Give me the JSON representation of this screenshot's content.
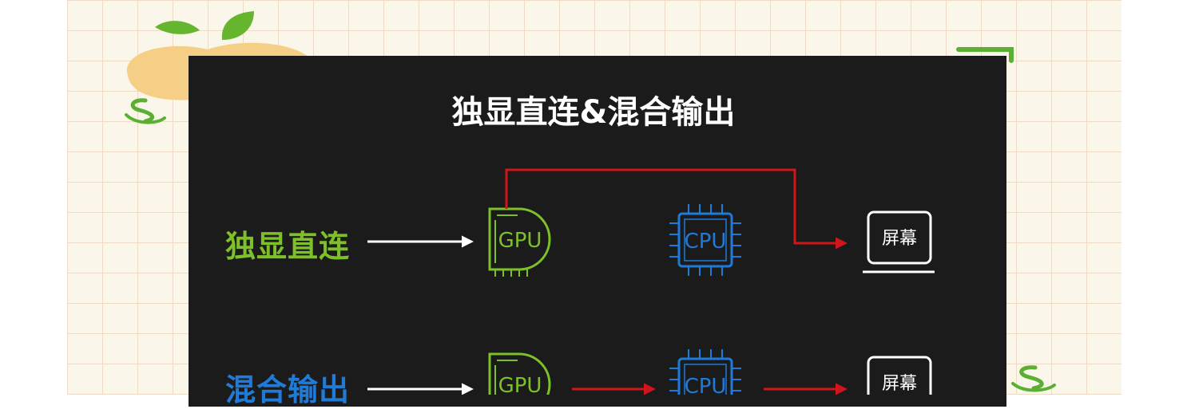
{
  "title": "独显直连&混合输出",
  "rows": [
    {
      "label": "独显直连",
      "gpu_label": "GPU",
      "cpu_label": "CPU",
      "screen_label": "屏幕"
    },
    {
      "label": "混合输出",
      "gpu_label": "GPU",
      "cpu_label": "CPU",
      "screen_label": "屏幕"
    }
  ],
  "colors": {
    "direct_label": "#7ec02a",
    "mixed_label": "#1f7ad8",
    "gpu": "#7ec02a",
    "cpu": "#1f7ad8",
    "arrow_input": "#ffffff",
    "arrow_output": "#d0161a",
    "background": "#1b1b1b"
  },
  "icons": [
    "gpu-icon",
    "cpu-icon",
    "screen-icon",
    "arrow-icon"
  ]
}
